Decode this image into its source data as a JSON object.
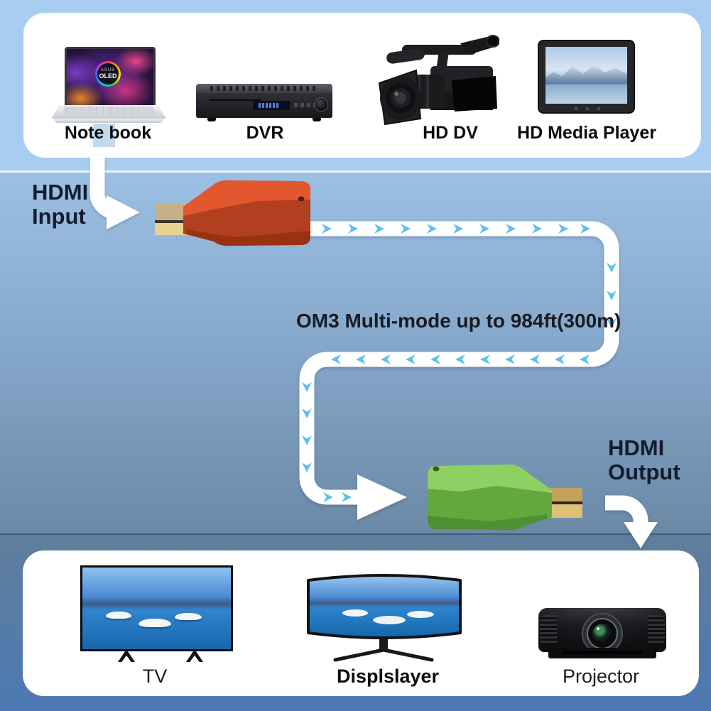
{
  "sources": {
    "items": [
      {
        "label": "Note book"
      },
      {
        "label": "DVR"
      },
      {
        "label": "HD DV"
      },
      {
        "label": "HD Media Player"
      }
    ],
    "laptop_screen_brand": "ASUS",
    "laptop_screen_badge": "OLED"
  },
  "flow": {
    "input_label_line1": "HDMI",
    "input_label_line2": "Input",
    "cable_label": "OM3 Multi-mode up to 984ft(300m)",
    "output_label_line1": "HDMI",
    "output_label_line2": "Output"
  },
  "outputs": {
    "items": [
      {
        "label": "TV"
      },
      {
        "label": "Displslayer"
      },
      {
        "label": "Projector"
      }
    ]
  },
  "colors": {
    "transmitter_top": "#e2572e",
    "transmitter_front": "#b23f1f",
    "receiver_top": "#8fd063",
    "receiver_front": "#63a83e",
    "chevron_blue": "#5fbfee",
    "cable_white": "#ffffff",
    "connector_gold": "#cdb584",
    "label_dark": "#14182a"
  }
}
